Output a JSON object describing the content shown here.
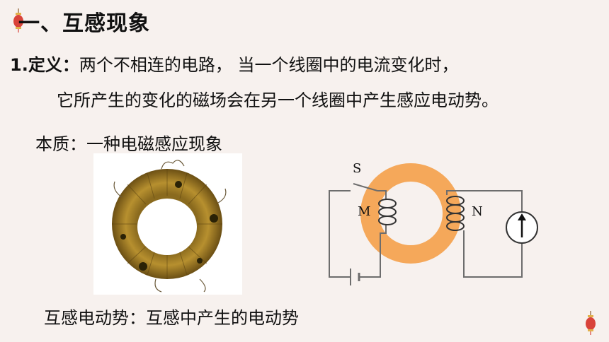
{
  "slide": {
    "title": "一、互感现象",
    "definition_label": "1.定义：",
    "definition_line1": "两个不相连的电路， 当一个线圈中的电流变化时，",
    "definition_line2": "它所产生的变化的磁场会在另一个线圈中产生感应电动势。",
    "essence": "本质：一种电磁感应现象",
    "mutual_emf": "互感电动势：互感中产生的电动势"
  },
  "diagram": {
    "switch_label": "S",
    "coil_left_label": "M",
    "coil_right_label": "N"
  },
  "colors": {
    "background": "#f7f1ee",
    "ring": "#f5a85a",
    "lantern": "#d9433a"
  }
}
